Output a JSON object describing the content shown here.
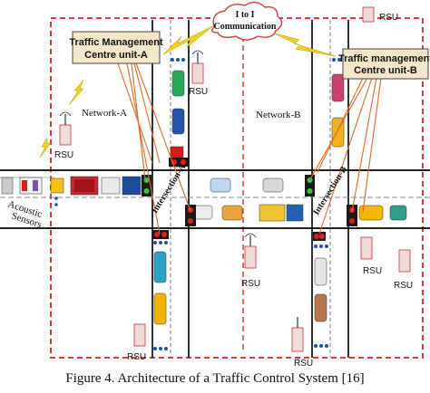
{
  "tmc_a": {
    "line1": "Traffic Management",
    "line2": "Centre unit-A"
  },
  "tmc_b": {
    "line1": "Traffic management",
    "line2": "Centre unit-B"
  },
  "communication": {
    "line1": "I to I",
    "line2": "Communication"
  },
  "network_a": "Network-A",
  "network_b": "Network-B",
  "intersection_a": "Intersection-A",
  "intersection_b": "Intersection-B",
  "acoustic": {
    "line1": "Acoustic",
    "line2": "Sensors"
  },
  "rsu": "RSU",
  "caption": "Figure 4. Architecture of a Traffic Control System [16]",
  "colors": {
    "boundary": "#d93b3b",
    "road": "#000000",
    "tmc_fill": "#f3e6c9",
    "link": "#e06a2c",
    "wireless": "#f2d21a",
    "cloud": "#d93b3b"
  }
}
